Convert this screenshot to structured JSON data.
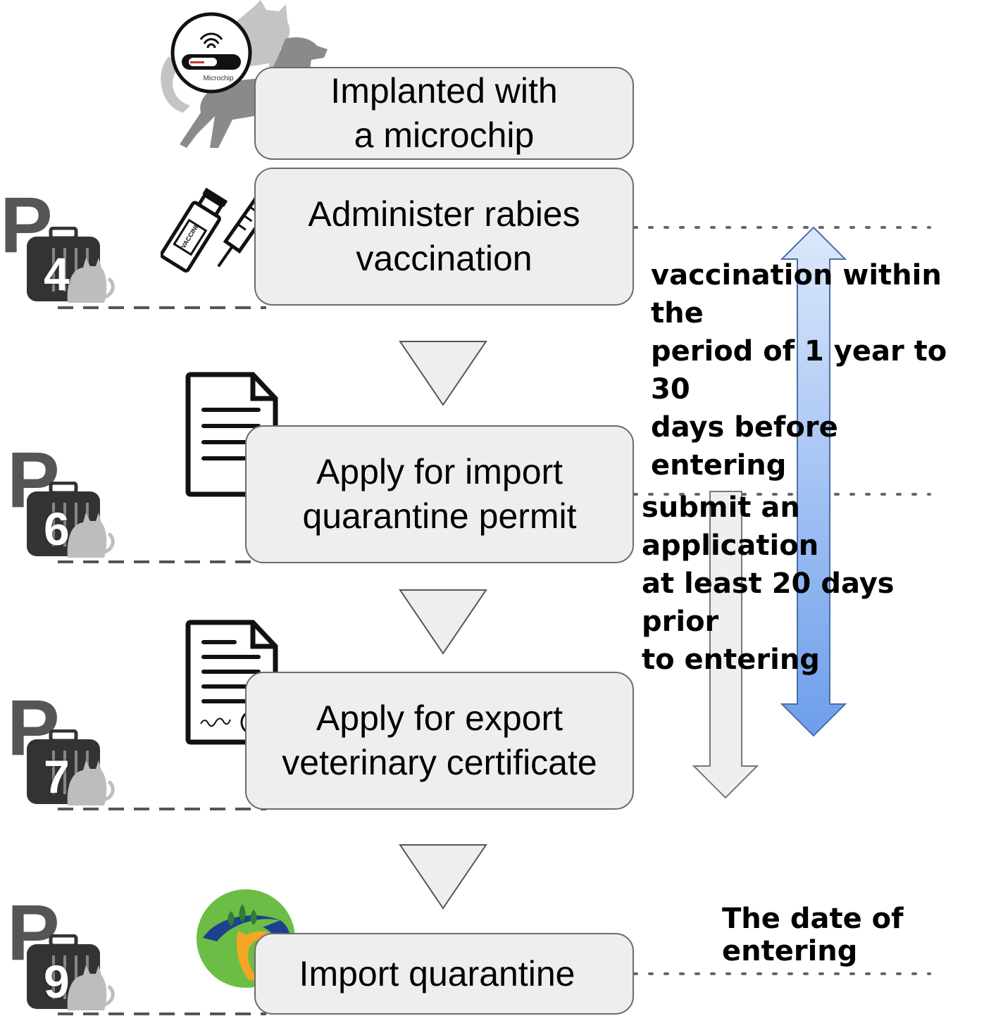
{
  "steps": [
    {
      "label": "Implanted with\na microchip"
    },
    {
      "label": "Administer rabies\nvaccination"
    },
    {
      "label": "Apply for import\nquarantine permit"
    },
    {
      "label": "Apply for export\nveterinary certificate"
    },
    {
      "label": "Import quarantine"
    }
  ],
  "badges": [
    {
      "letter": "P",
      "number": "4"
    },
    {
      "letter": "P",
      "number": "6"
    },
    {
      "letter": "P",
      "number": "7"
    },
    {
      "letter": "P",
      "number": "9"
    }
  ],
  "notes": {
    "vaccination": "vaccination within the\nperiod of 1 year to 30\ndays before entering",
    "application": "submit an application\nat least 20 days prior\nto entering",
    "entering": "The date of\nentering"
  },
  "icons": {
    "microchip_label": "Microchip",
    "vaccine_label": "VACCINE"
  },
  "colors": {
    "box_fill": "#eeeeee",
    "box_border": "#6b6b6b",
    "blue_arrow_top": "#dce8fb",
    "blue_arrow_bottom": "#6d9eeb",
    "grey_arrow": "#efefef",
    "logo_green": "#6cbd45",
    "logo_blue": "#1f3f8f",
    "logo_orange": "#f5a623"
  }
}
